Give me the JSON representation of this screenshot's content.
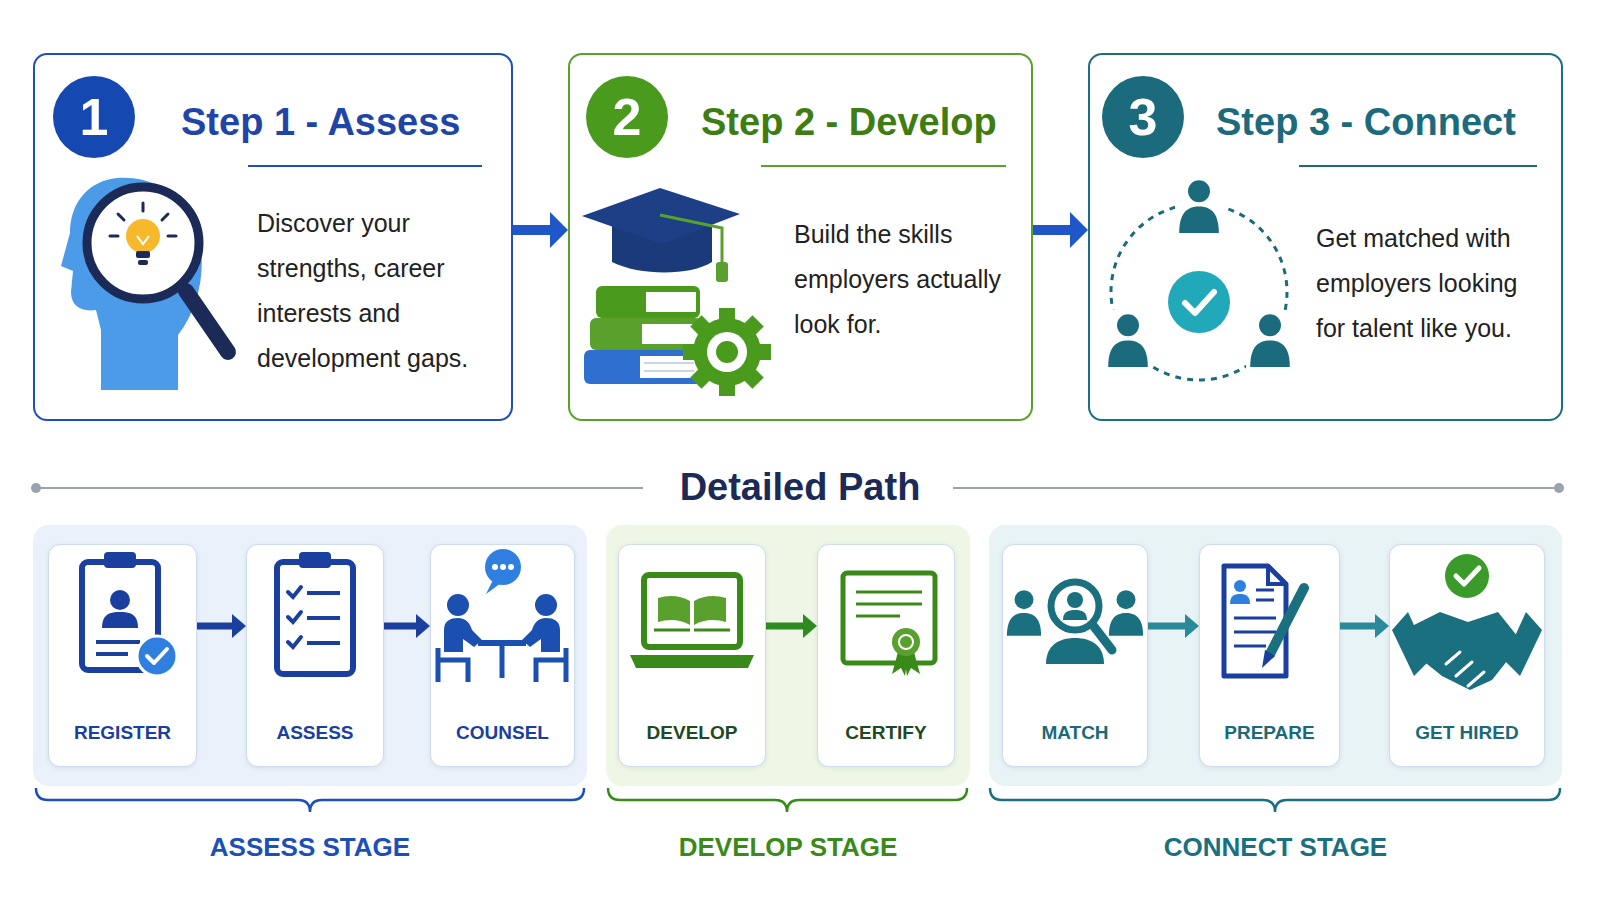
{
  "diagram": {
    "nodes": [
      {
        "text": [
          "Step 1 - Assess",
          "Discover your strengths, career interests and development gaps."
        ]
      },
      {
        "text": [
          "1"
        ],
        "in": 0
      },
      {
        "text": [
          "Step 2 - Develop",
          "Build the skills employers actually look for."
        ]
      },
      {
        "text": [
          "2"
        ],
        "in": 2
      },
      {
        "text": [
          "Step 3 - Connect",
          "Get matched with employers looking for talent like you."
        ]
      },
      {
        "text": [
          "3"
        ],
        "in": 4
      },
      {
        "text": [
          "ASSESS STAGE"
        ]
      },
      {
        "text": [
          "REGISTER"
        ],
        "in": 6
      },
      {
        "text": [
          "ASSESS"
        ],
        "in": 6
      },
      {
        "text": [
          "COUNSEL"
        ],
        "in": 6
      },
      {
        "text": [
          "DEVELOP STAGE"
        ]
      },
      {
        "text": [
          "DEVELOP"
        ],
        "in": 10
      },
      {
        "text": [
          "CERTIFY"
        ],
        "in": 10
      },
      {
        "text": [
          "CONNECT STAGE"
        ]
      },
      {
        "text": [
          "MATCH"
        ],
        "in": 13
      },
      {
        "text": [
          "PREPARE"
        ],
        "in": 13
      },
      {
        "text": [
          "GET HIRED"
        ],
        "in": 13
      }
    ],
    "edges": [
      {
        "from": 0,
        "to": 2,
        "arrow": "to"
      },
      {
        "from": 2,
        "to": 4,
        "arrow": "to"
      },
      {
        "from": 7,
        "to": 8,
        "arrow": "to"
      },
      {
        "from": 8,
        "to": 9,
        "arrow": "to"
      },
      {
        "from": 11,
        "to": 12,
        "arrow": "to"
      },
      {
        "from": 14,
        "to": 15,
        "arrow": "to"
      },
      {
        "from": 15,
        "to": 16,
        "arrow": "to"
      }
    ],
    "labels": [
      "Detailed Path"
    ]
  }
}
